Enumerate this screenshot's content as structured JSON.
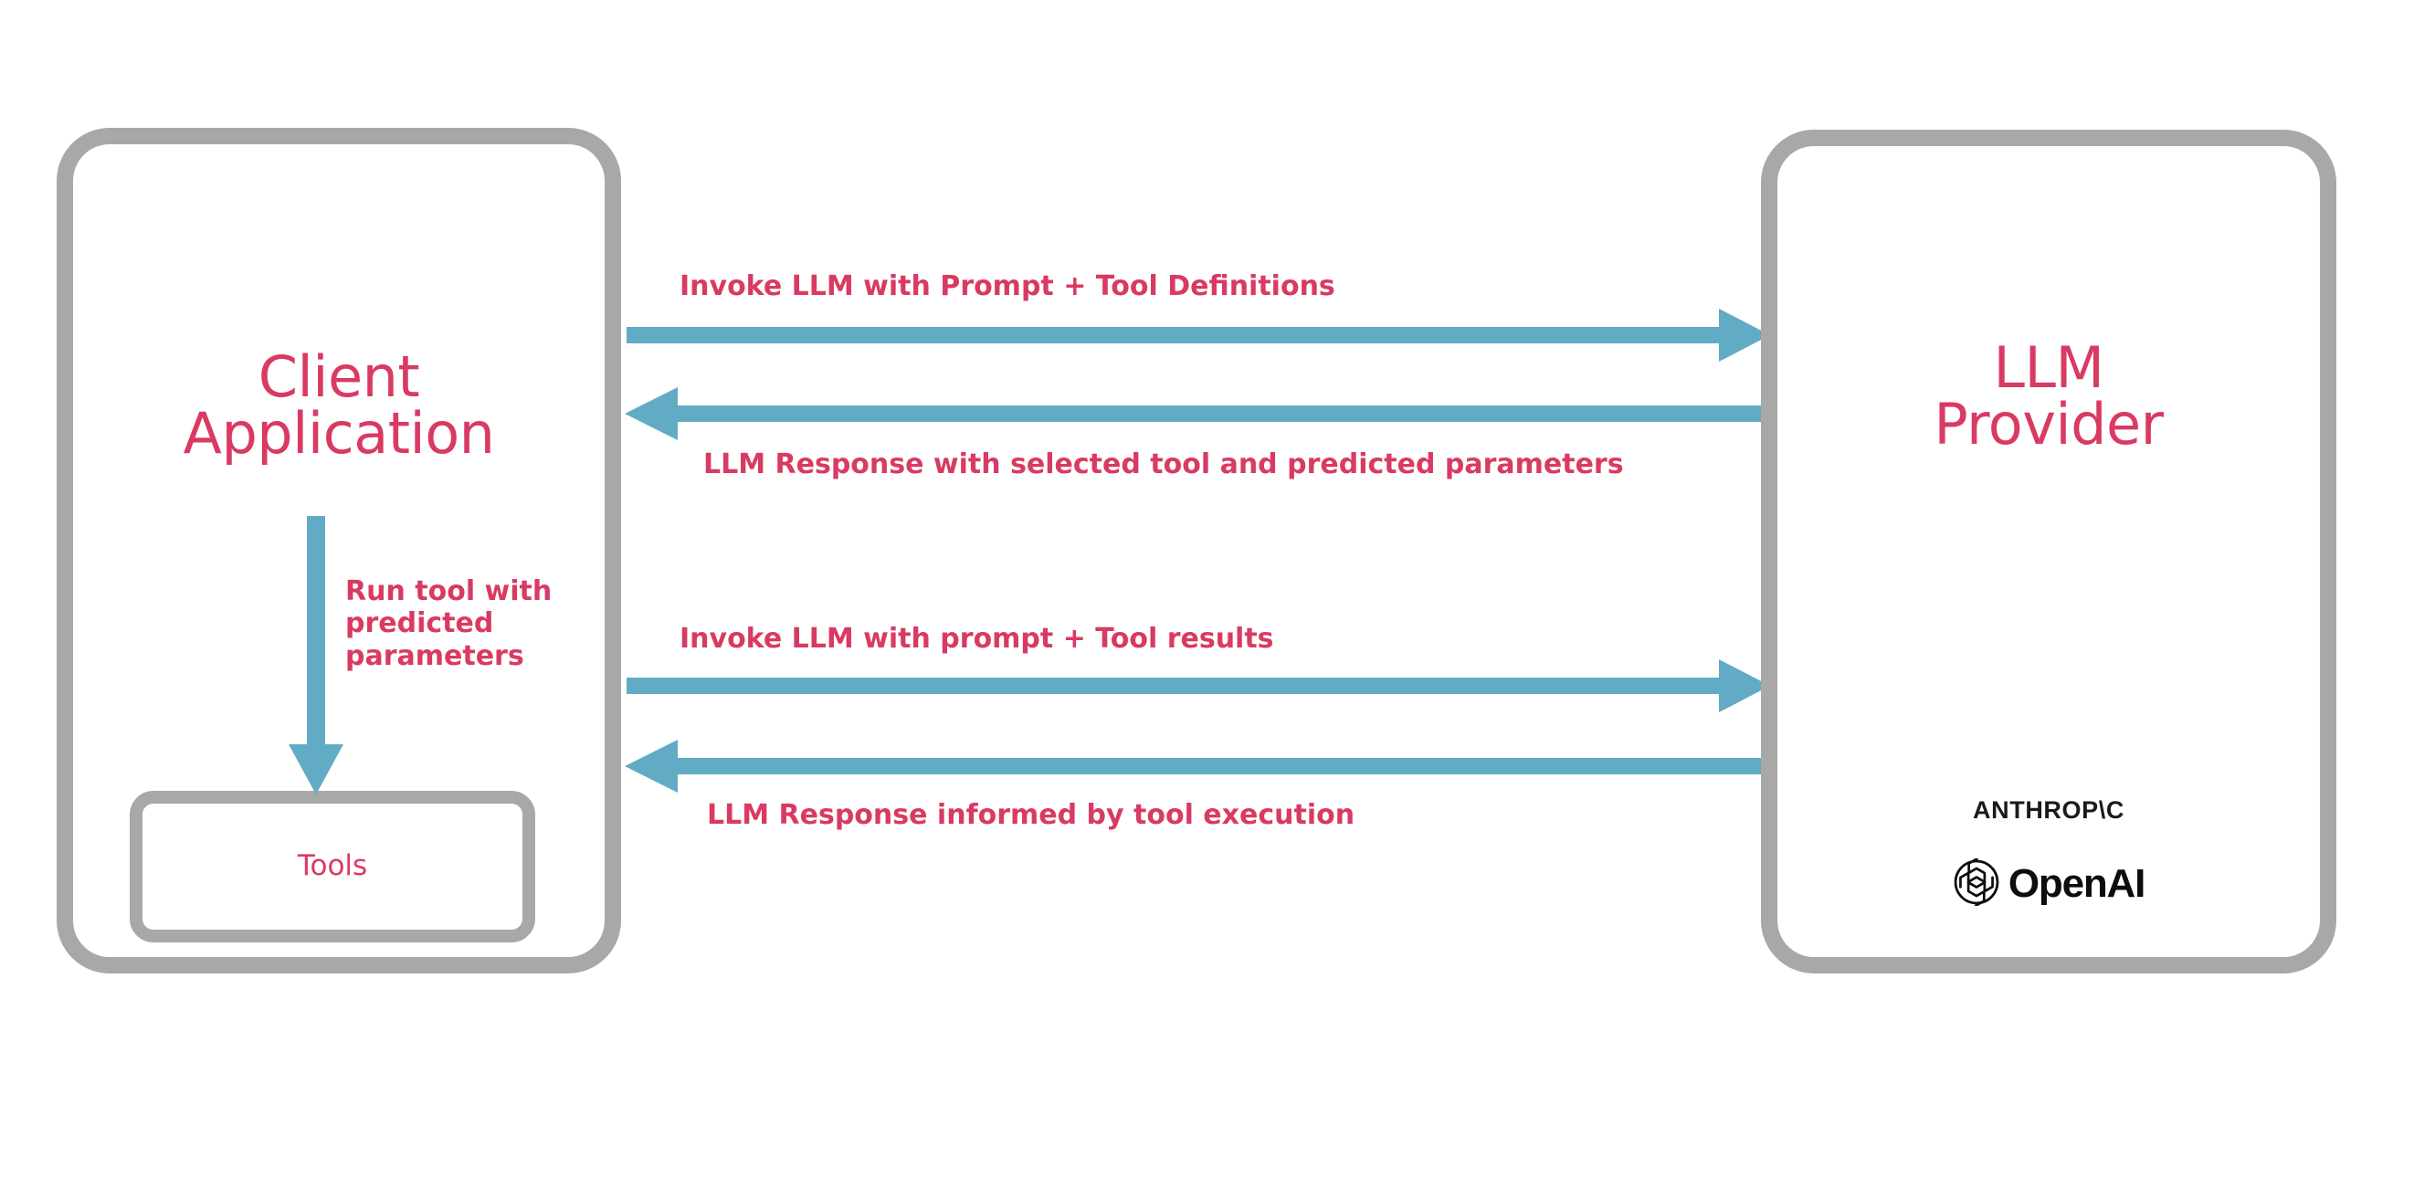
{
  "diagram": {
    "title": "LLM tool-calling sequence between client application and LLM provider",
    "colors": {
      "accent_pink": "#d93a62",
      "arrow_blue": "#62abc4",
      "box_gray": "#a8a8a8",
      "background": "#ffffff",
      "logo_black": "#0d0d0d"
    }
  },
  "client": {
    "title": "Client\nApplication",
    "tools_label": "Tools",
    "internal_arrow_label": "Run tool with\npredicted\nparameters"
  },
  "provider": {
    "title": "LLM\nProvider",
    "logos": [
      {
        "name": "anthropic-logo",
        "text": "ANTHROP\\C"
      },
      {
        "name": "openai-logo",
        "text": "OpenAI"
      }
    ]
  },
  "messages": [
    {
      "id": "msg-1",
      "label": "Invoke LLM with Prompt + Tool Definitions",
      "direction": "client-to-provider"
    },
    {
      "id": "msg-2",
      "label": "LLM Response with selected tool and predicted parameters",
      "direction": "provider-to-client"
    },
    {
      "id": "msg-3",
      "label": "Invoke LLM with prompt + Tool results",
      "direction": "client-to-provider"
    },
    {
      "id": "msg-4",
      "label": "LLM Response informed by tool execution",
      "direction": "provider-to-client"
    }
  ]
}
